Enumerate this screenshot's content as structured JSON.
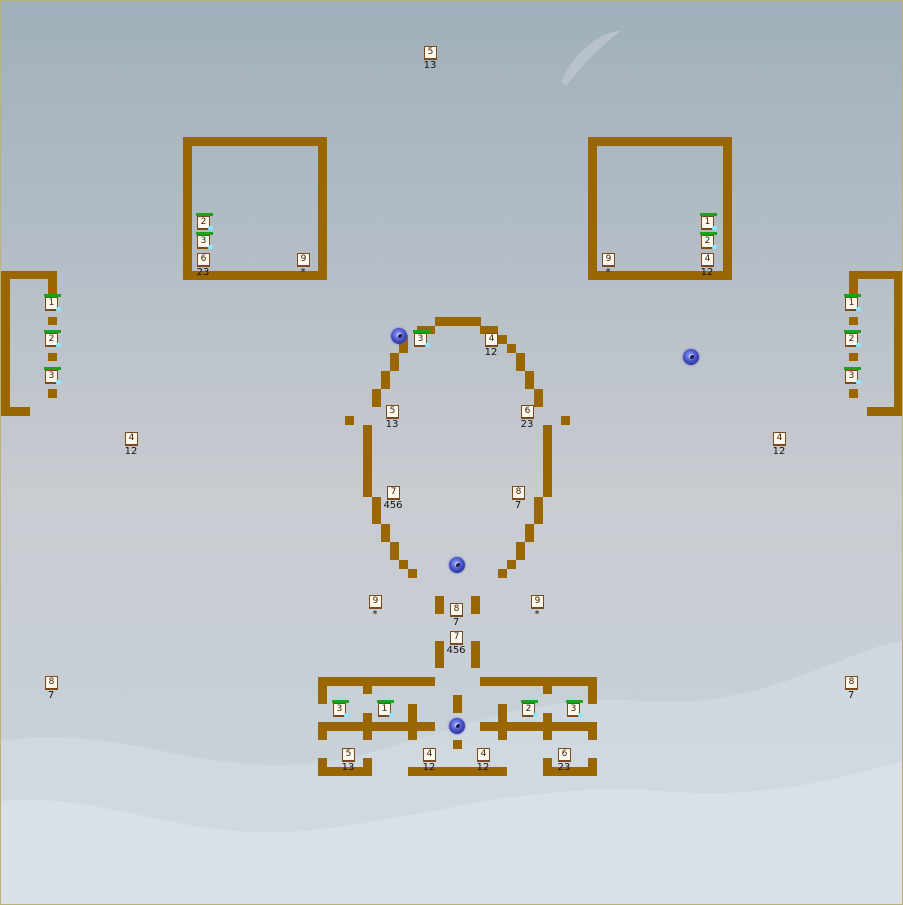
{
  "map": {
    "title": ""
  },
  "units": [
    {
      "id": "u1",
      "label": "5",
      "count": "13"
    },
    {
      "id": "u2",
      "label": "2",
      "count": "",
      "hp": true,
      "selected": true
    },
    {
      "id": "u3",
      "label": "3",
      "count": "",
      "hp": true,
      "selected": true
    },
    {
      "id": "u4",
      "label": "6",
      "count": "23"
    },
    {
      "id": "u5",
      "label": "9",
      "count": "*"
    },
    {
      "id": "u6",
      "label": "9",
      "count": "*"
    },
    {
      "id": "u7",
      "label": "1",
      "count": "",
      "hp": true,
      "selected": true
    },
    {
      "id": "u8",
      "label": "2",
      "count": "",
      "hp": true,
      "selected": true
    },
    {
      "id": "u9",
      "label": "4",
      "count": "12"
    },
    {
      "id": "u10",
      "label": "1",
      "count": "",
      "hp": true,
      "selected": true
    },
    {
      "id": "u11",
      "label": "2",
      "count": "",
      "hp": true,
      "selected": true
    },
    {
      "id": "u12",
      "label": "3",
      "count": "",
      "hp": true,
      "selected": true
    },
    {
      "id": "u13",
      "label": "1",
      "count": "",
      "hp": true,
      "selected": true
    },
    {
      "id": "u14",
      "label": "2",
      "count": "",
      "hp": true,
      "selected": true
    },
    {
      "id": "u15",
      "label": "3",
      "count": "",
      "hp": true,
      "selected": true
    },
    {
      "id": "u16",
      "label": "3",
      "count": "",
      "hp": true,
      "selected": true
    },
    {
      "id": "u17",
      "label": "4",
      "count": "12"
    },
    {
      "id": "u18",
      "label": "5",
      "count": "13"
    },
    {
      "id": "u19",
      "label": "6",
      "count": "23"
    },
    {
      "id": "u20",
      "label": "7",
      "count": "456"
    },
    {
      "id": "u21",
      "label": "8",
      "count": "7"
    },
    {
      "id": "u22",
      "label": "4",
      "count": "12"
    },
    {
      "id": "u23",
      "label": "4",
      "count": "12"
    },
    {
      "id": "u24",
      "label": "9",
      "count": "*"
    },
    {
      "id": "u25",
      "label": "8",
      "count": "7"
    },
    {
      "id": "u26",
      "label": "9",
      "count": "*"
    },
    {
      "id": "u27",
      "label": "7",
      "count": "456"
    },
    {
      "id": "u28",
      "label": "8",
      "count": "7"
    },
    {
      "id": "u29",
      "label": "8",
      "count": "7"
    },
    {
      "id": "u30",
      "label": "3",
      "count": "",
      "hp": true,
      "selected": true
    },
    {
      "id": "u31",
      "label": "1",
      "count": "",
      "hp": true,
      "selected": true
    },
    {
      "id": "u32",
      "label": "2",
      "count": "",
      "hp": true,
      "selected": true
    },
    {
      "id": "u33",
      "label": "3",
      "count": "",
      "hp": true,
      "selected": true
    },
    {
      "id": "u34",
      "label": "5",
      "count": "13"
    },
    {
      "id": "u35",
      "label": "4",
      "count": "12"
    },
    {
      "id": "u36",
      "label": "4",
      "count": "12"
    },
    {
      "id": "u37",
      "label": "6",
      "count": "23"
    }
  ],
  "ghosts": [
    "g1",
    "g2",
    "g3",
    "g4"
  ],
  "colors": {
    "wall": "#996600",
    "hp_bar": "#1aa31a",
    "ghost": "#4a55c8"
  }
}
